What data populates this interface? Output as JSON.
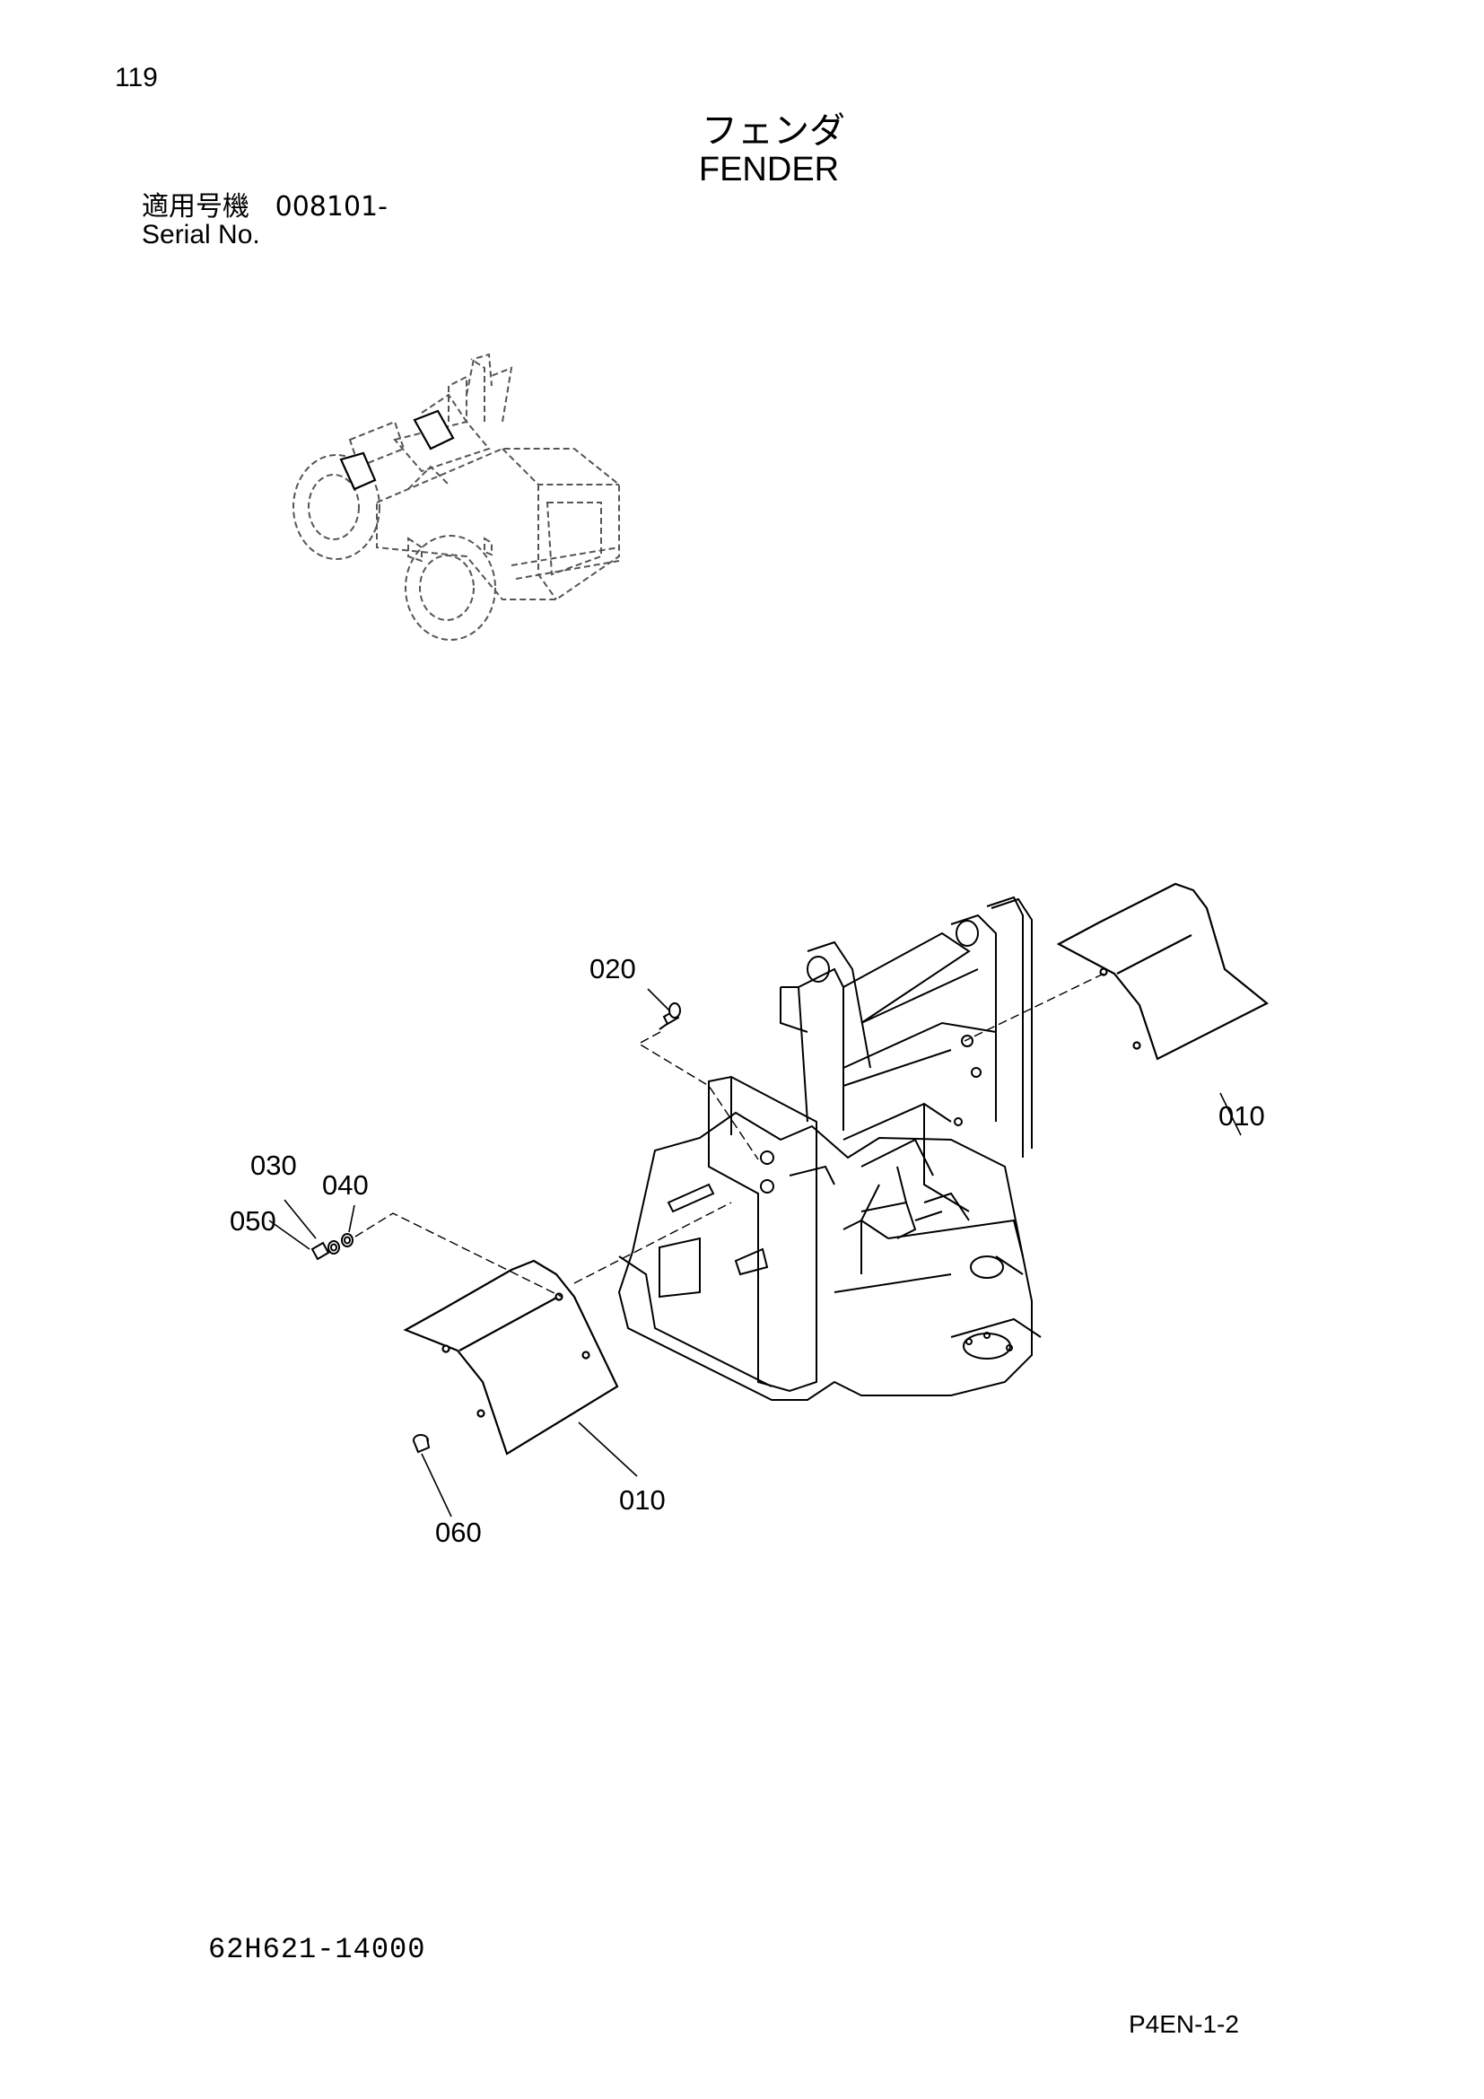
{
  "header": {
    "page_number": "119",
    "title_jp": "フェンダ",
    "title_en": "FENDER",
    "serial_label_jp": "適用号機",
    "serial_value": "008101-",
    "serial_label_en": "Serial No."
  },
  "callouts": {
    "p010_right": "010",
    "p020": "020",
    "p030": "030",
    "p040": "040",
    "p050": "050",
    "p010_left": "010",
    "p060": "060"
  },
  "footer": {
    "drawing_number": "62H621-14000",
    "page_code": "P4EN-1-2"
  },
  "icons": {
    "overview": "machine-overview-icon",
    "exploded": "fender-assembly-drawing"
  }
}
